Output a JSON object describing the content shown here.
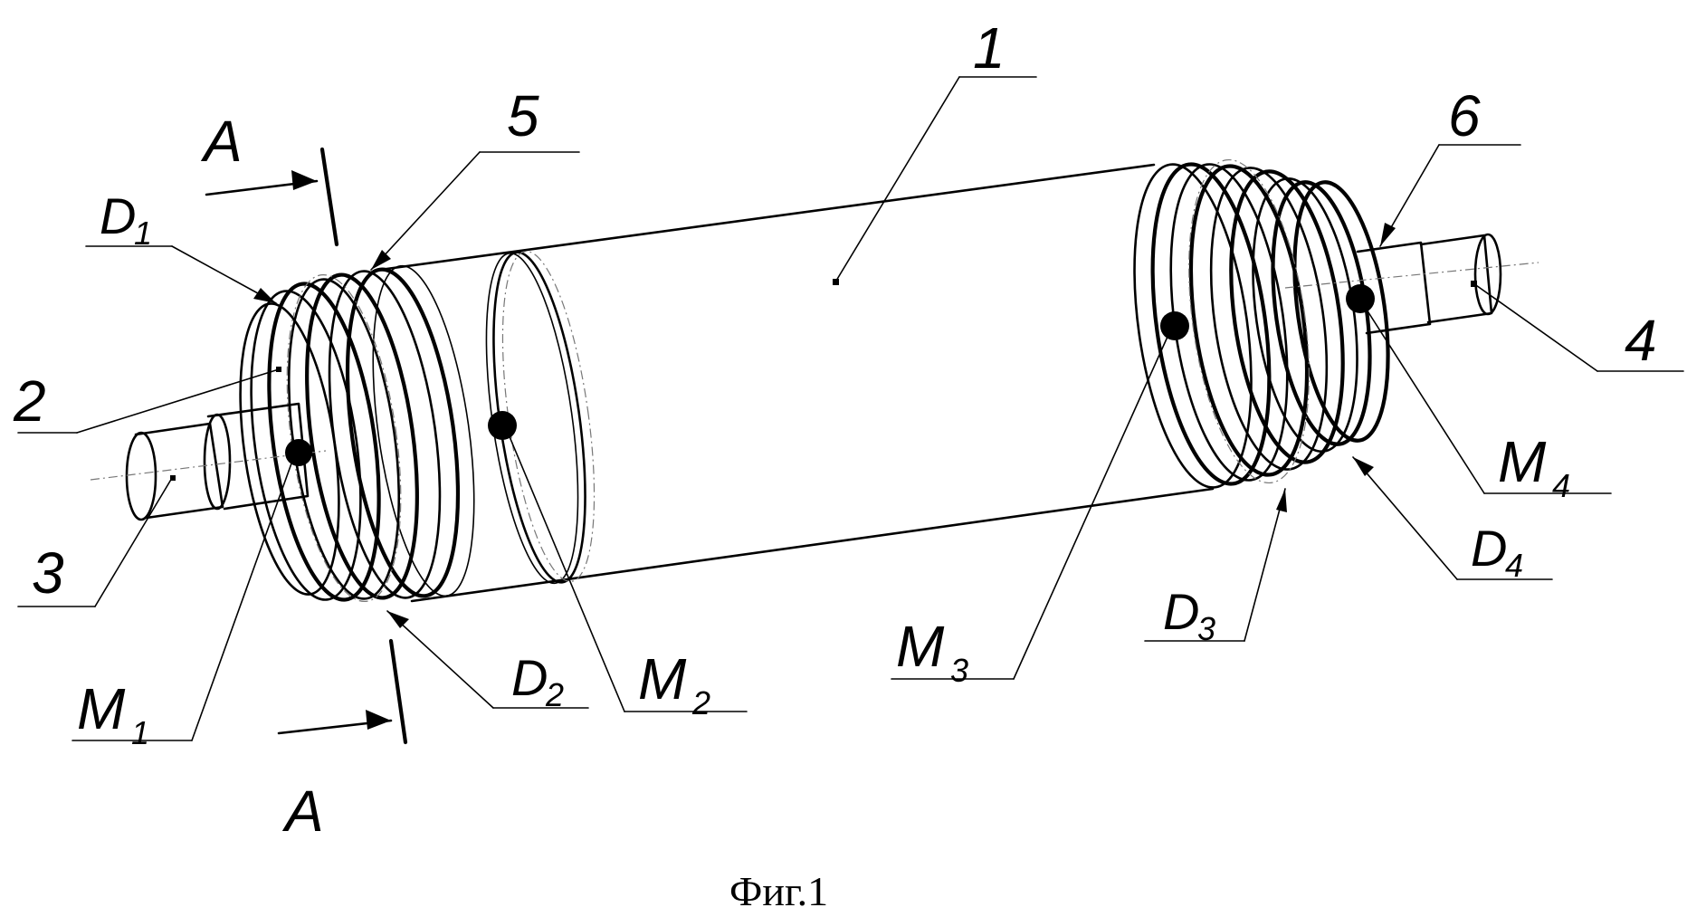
{
  "labels": {
    "part_1": "1",
    "part_2": "2",
    "part_3": "3",
    "part_4": "4",
    "part_5": "5",
    "part_6": "6",
    "section_top": "A",
    "section_bottom": "A",
    "d1": {
      "main": "D",
      "sub": "1"
    },
    "d2": {
      "main": "D",
      "sub": "2"
    },
    "d3": {
      "main": "D",
      "sub": "3"
    },
    "d4": {
      "main": "D",
      "sub": "4"
    },
    "m1": {
      "main": "M",
      "sub": "1"
    },
    "m2": {
      "main": "M",
      "sub": "2"
    },
    "m3": {
      "main": "M",
      "sub": "3"
    },
    "m4": {
      "main": "M",
      "sub": "4"
    }
  },
  "caption": "Фиг.1"
}
